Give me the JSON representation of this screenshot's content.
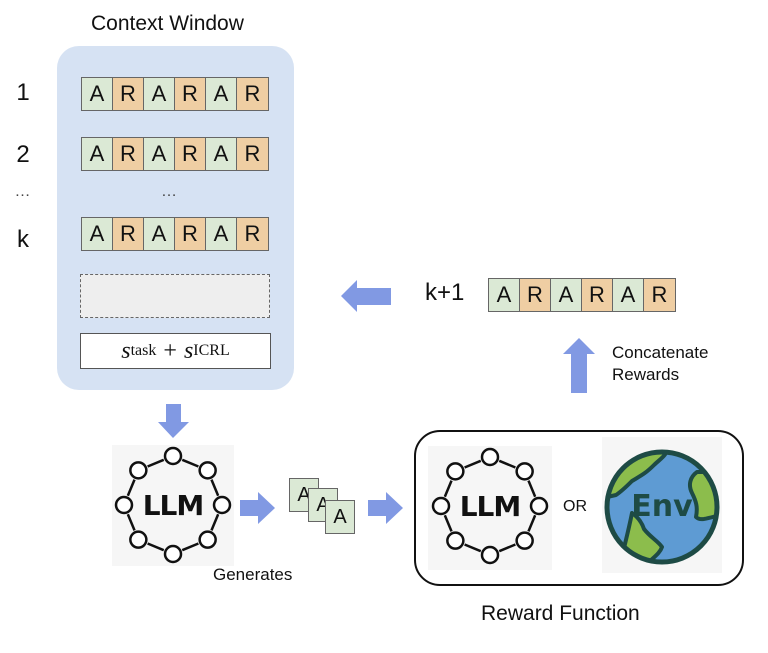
{
  "context_window": {
    "title": "Context Window",
    "rows": [
      {
        "label": "1",
        "tokens": [
          "A",
          "R",
          "A",
          "R",
          "A",
          "R"
        ]
      },
      {
        "label": "2",
        "tokens": [
          "A",
          "R",
          "A",
          "R",
          "A",
          "R"
        ]
      },
      {
        "label": "k",
        "tokens": [
          "A",
          "R",
          "A",
          "R",
          "A",
          "R"
        ]
      }
    ],
    "ellipsis_label": "…",
    "ellipsis_middle": "…",
    "prompt": {
      "s1": "s",
      "s1_sub": "task",
      "plus": "+",
      "s2": "s",
      "s2_sub": "ICRL"
    }
  },
  "new_episode": {
    "label": "k+1",
    "tokens": [
      "A",
      "R",
      "A",
      "R",
      "A",
      "R"
    ]
  },
  "concatenate_label": [
    "Concatenate",
    "Rewards"
  ],
  "policy": {
    "icon_text": "LLM",
    "generates_label": "Generates"
  },
  "actions": [
    "A",
    "A",
    "A"
  ],
  "reward_function": {
    "title": "Reward Function",
    "llm_icon_text": "LLM",
    "or_label": "OR",
    "env_icon_text": "Env"
  },
  "colors": {
    "context_bg": "#d6e2f3",
    "action_cell": "#dbe9d5",
    "reward_cell": "#efcea3",
    "arrow": "#8199e3",
    "globe_ocean": "#5e9bd3",
    "globe_land": "#8cbd4c",
    "globe_outline": "#1e4b45"
  }
}
